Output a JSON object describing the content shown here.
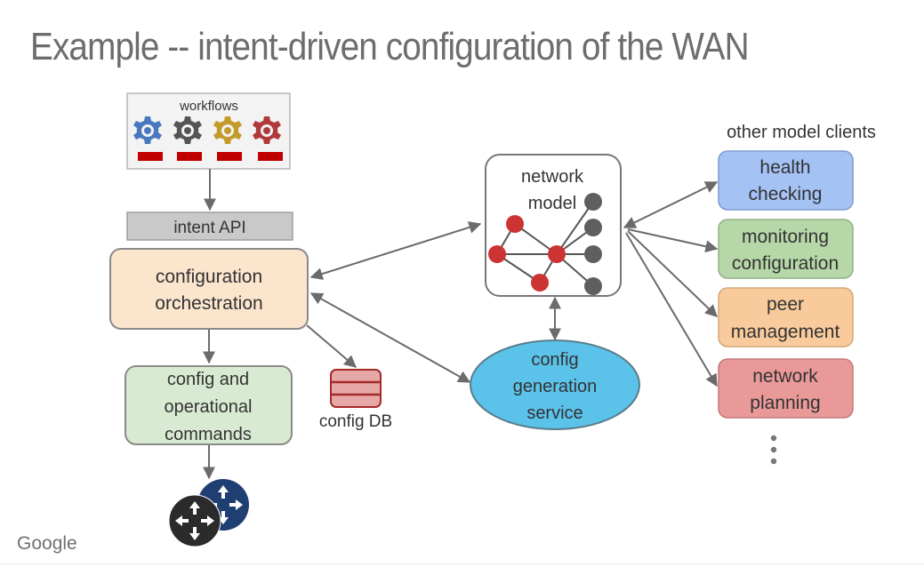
{
  "slide": {
    "title": "Example -- intent-driven configuration of the WAN",
    "footer_logo": "Google"
  },
  "workflows": {
    "label": "workflows",
    "gear_colors": [
      "#4a78c0",
      "#555555",
      "#c49a2a",
      "#b0393c"
    ],
    "bar_color": "#c00000"
  },
  "intent_api": {
    "label": "intent API"
  },
  "config_orchestration": {
    "line1": "configuration",
    "line2": "orchestration"
  },
  "config_commands": {
    "line1": "config and",
    "line2": "operational",
    "line3": "commands"
  },
  "config_db": {
    "label": "config DB"
  },
  "network_model": {
    "line1": "network",
    "line2": "model"
  },
  "config_generation": {
    "line1": "config",
    "line2": "generation",
    "line3": "service"
  },
  "model_clients": {
    "heading": "other model clients",
    "items": [
      {
        "line1": "health",
        "line2": "checking",
        "fill": "#a4c2f4",
        "stroke": "#7f9ccc"
      },
      {
        "line1": "monitoring",
        "line2": "configuration",
        "fill": "#b6d7a8",
        "stroke": "#93b286"
      },
      {
        "line1": "peer",
        "line2": "management",
        "fill": "#f9cb9c",
        "stroke": "#d2a777"
      },
      {
        "line1": "network",
        "line2": "planning",
        "fill": "#ea9999",
        "stroke": "#c27878"
      }
    ],
    "more_indicator": "⋮"
  },
  "colors": {
    "arrow": "#6b6b6b",
    "orchestration_fill": "#fce5cd",
    "commands_fill": "#d9ead3",
    "generation_fill": "#5bc2ea",
    "node_red": "#cc3333",
    "node_gray": "#5f5f5f"
  }
}
